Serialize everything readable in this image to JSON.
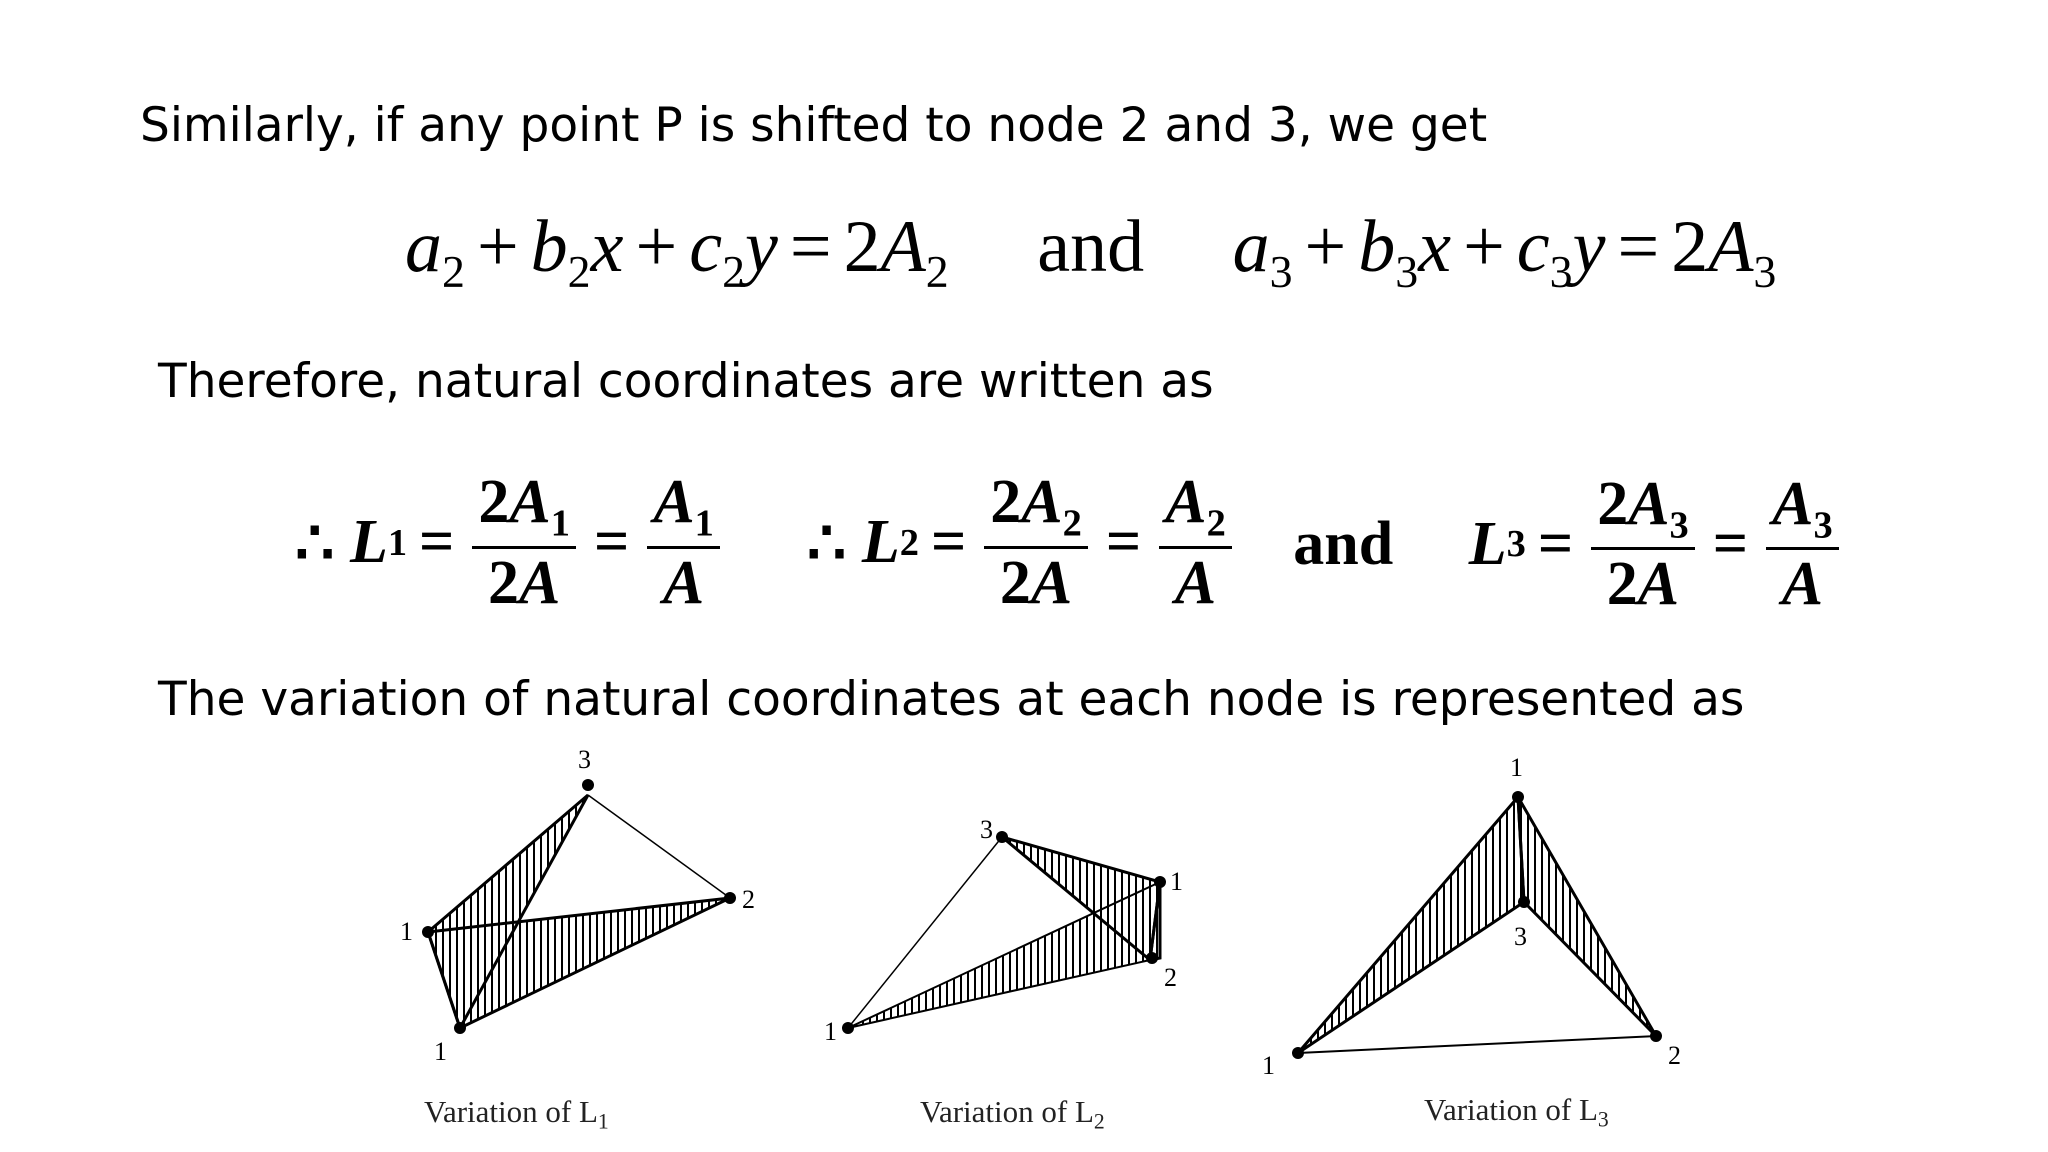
{
  "line1": "Similarly, if any point P is shifted to node 2 and 3, we get",
  "eq1": {
    "a": "a",
    "b": "b",
    "c": "c",
    "x": "x",
    "y": "y",
    "A": "A",
    "plus": "+",
    "equals": "=",
    "two": "2",
    "idx2": "2",
    "idx3": "3",
    "and": "and"
  },
  "line2": "Therefore, natural coordinates are written as",
  "eq2": {
    "therefore": "∴",
    "L": "L",
    "equals": "=",
    "twoA": "2A",
    "A": "A",
    "two": "2",
    "idx1": "1",
    "idx2": "2",
    "idx3": "3",
    "and": "and"
  },
  "line3": "The variation of natural coordinates at each node is represented as",
  "figures": [
    {
      "caption_prefix": "Variation of L",
      "caption_sub": "1",
      "labels": {
        "n3": "3",
        "n2": "2",
        "n1a": "1",
        "n1b": "1"
      }
    },
    {
      "caption_prefix": "Variation of L",
      "caption_sub": "2",
      "labels": {
        "n3": "3",
        "n1a": "1",
        "n2": "2",
        "n1b": "1"
      }
    },
    {
      "caption_prefix": "Variation of L",
      "caption_sub": "3",
      "labels": {
        "n1a": "1",
        "n3": "3",
        "n1b": "1",
        "n2": "2"
      }
    }
  ]
}
